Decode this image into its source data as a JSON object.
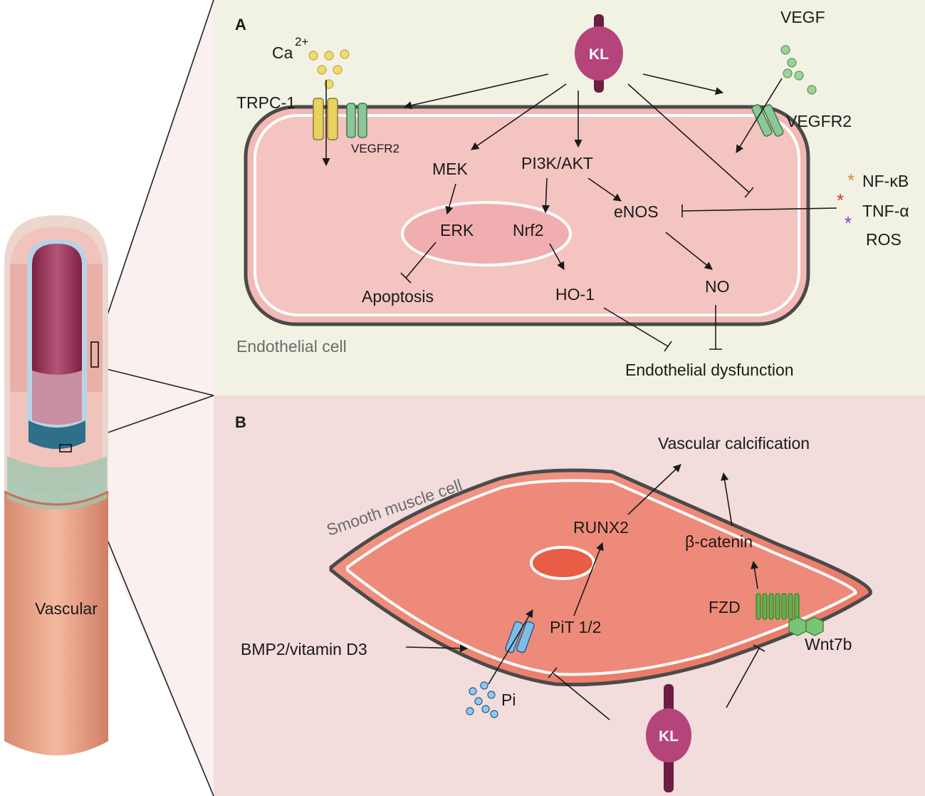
{
  "panel_a": {
    "letter": "A",
    "klotho": "KL",
    "calcium": "Ca",
    "calcium_charge": "2+",
    "trpc": "TRPC-1",
    "vegfr2_left": "VEGFR2",
    "vegf": "VEGF",
    "vegfr2_right": "VEGFR2",
    "mek": "MEK",
    "pi3k": "PI3K/AKT",
    "erk": "ERK",
    "nrf2": "Nrf2",
    "enos": "eNOS",
    "nfkb": "NF-κB",
    "tnfa": "TNF-α",
    "ros": "ROS",
    "apoptosis": "Apoptosis",
    "ho1": "HO-1",
    "no": "NO",
    "cell_label": "Endothelial cell",
    "dysfunction": "Endothelial dysfunction"
  },
  "panel_b": {
    "letter": "B",
    "klotho": "KL",
    "calcification": "Vascular calcification",
    "cell_label": "Smooth muscle cell",
    "runx2": "RUNX2",
    "bcatenin": "β-catenin",
    "fzd": "FZD",
    "pit": "PiT 1/2",
    "bmp2": "BMP2/vitamin D3",
    "wnt": "Wnt7b",
    "pi": "Pi"
  },
  "vessel": {
    "label": "Vascular"
  },
  "colors": {
    "panel_a_bg": "#f2f2e4",
    "panel_b_bg": "#f2dcdc",
    "endothelial_cell": "#f2b9b7",
    "smooth_muscle_cell": "#ee8a7a",
    "klotho": "#b4447a",
    "trpc": "#e8d260",
    "vegfr2": "#8cc79a",
    "pit_channel": "#7fbde6",
    "fzd": "#5fb24e",
    "calcium_dots": "#f0dc6e",
    "vegf_dots": "#9fd39a",
    "pi_dots": "#8fcbee"
  }
}
